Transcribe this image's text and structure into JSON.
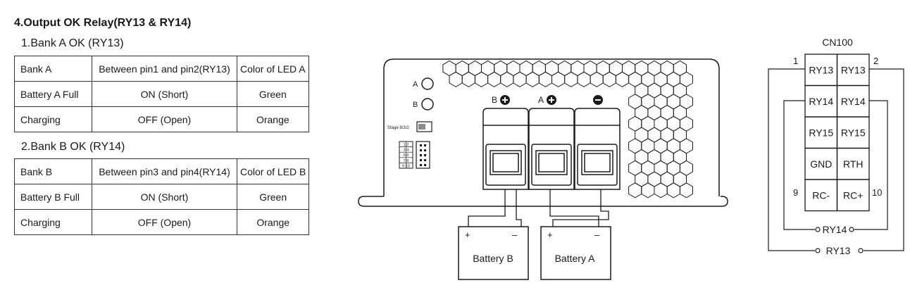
{
  "section_title": "4.Output OK Relay(RY13 & RY14)",
  "bank_a": {
    "title": "1.Bank A OK (RY13)",
    "header": [
      "Bank A",
      "Between pin1 and pin2(RY13)",
      "Color of LED A"
    ],
    "rows": [
      [
        "Battery A Full",
        "ON (Short)",
        "Green"
      ],
      [
        "Charging",
        "OFF (Open)",
        "Orange"
      ]
    ]
  },
  "bank_b": {
    "title": "2.Bank B OK (RY14)",
    "header": [
      "Bank B",
      "Between pin3 and pin4(RY14)",
      "Color of LED B"
    ],
    "rows": [
      [
        "Battery B Full",
        "ON (Short)",
        "Green"
      ],
      [
        "Charging",
        "OFF (Open)",
        "Orange"
      ]
    ]
  },
  "device": {
    "led_a_label": "A",
    "led_b_label": "B",
    "stage_label": "Stage 8/3/2",
    "dip_labels": [
      "1 2",
      "3 4",
      "5 6",
      "7 8",
      "9 10"
    ],
    "terminal_b_label": "B",
    "terminal_a_label": "A",
    "battery_b_label": "Battery B",
    "battery_a_label": "Battery A",
    "plus_sign": "+",
    "minus_sign": "–"
  },
  "connector": {
    "title": "CN100",
    "pin_1": "1",
    "pin_2": "2",
    "pin_9": "9",
    "pin_10": "10",
    "cells": [
      [
        "RY13",
        "RY13"
      ],
      [
        "RY14",
        "RY14"
      ],
      [
        "RY15",
        "RY15"
      ],
      [
        "GND",
        "RTH"
      ],
      [
        "RC-",
        "RC+"
      ]
    ],
    "loop_ry14": "RY14",
    "loop_ry13": "RY13"
  }
}
